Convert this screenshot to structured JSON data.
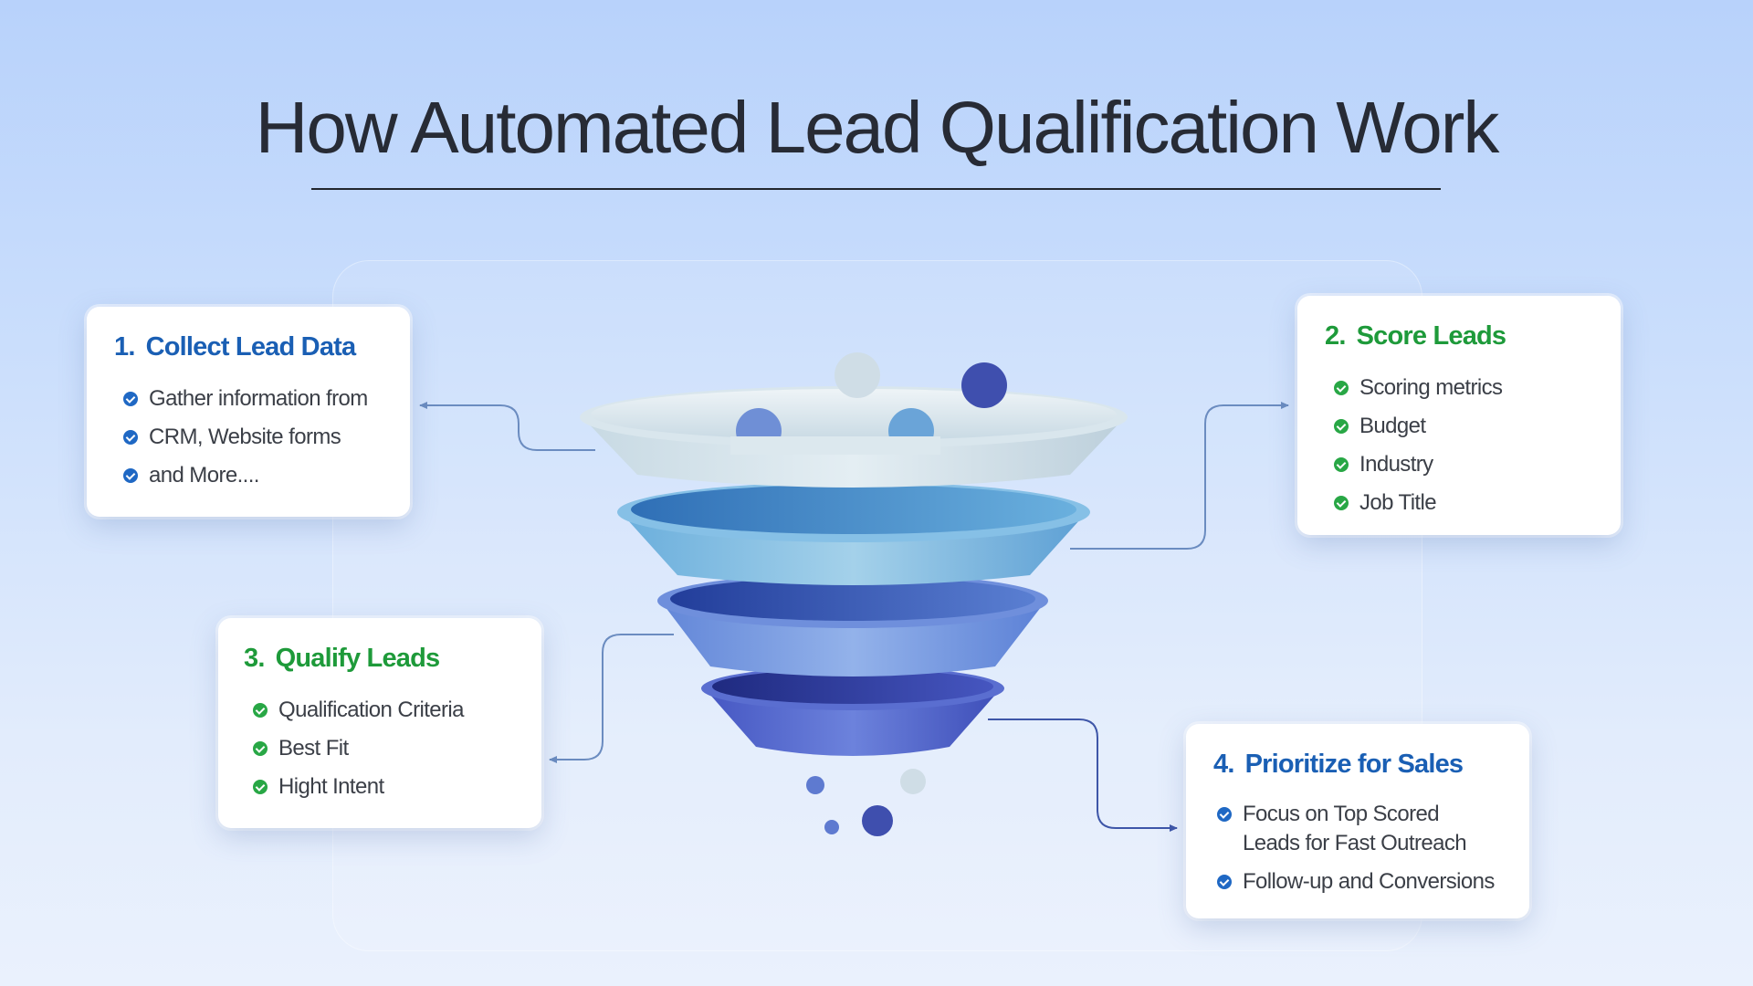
{
  "title": "How Automated Lead Qualification Work",
  "steps": [
    {
      "number": "1.",
      "title": "Collect Lead Data",
      "accent": "#1a5fb4",
      "items": [
        "Gather information from",
        "CRM, Website forms",
        "and More...."
      ]
    },
    {
      "number": "2.",
      "title": "Score Leads",
      "accent": "#1e9a3a",
      "items": [
        "Scoring metrics",
        "Budget",
        "Industry",
        "Job Title"
      ]
    },
    {
      "number": "3.",
      "title": "Qualify Leads",
      "accent": "#1e9a3a",
      "items": [
        "Qualification Criteria",
        "Best Fit",
        "Hight Intent"
      ]
    },
    {
      "number": "4.",
      "title": "Prioritize for Sales",
      "accent": "#1a5fb4",
      "items": [
        "Focus on Top Scored\nLeads for Fast Outreach",
        "Follow-up and Conversions"
      ]
    }
  ],
  "colors": {
    "funnel_tier_1": "#dce8ee",
    "funnel_tier_2": "#7fbde3",
    "funnel_tier_3": "#6f95de",
    "funnel_tier_4": "#4a5ec8",
    "connector_line": "#6b8cc0"
  },
  "icons": [
    "check-circle-icon",
    "arrow-icon",
    "funnel-graphic"
  ]
}
